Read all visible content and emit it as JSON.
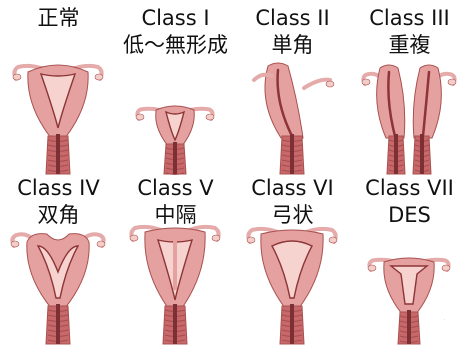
{
  "colors": {
    "outer": "#e5a1a0",
    "outer_stroke": "#a8514f",
    "inner": "#f6d3cf",
    "cavity": "#8d3436",
    "tube": "#e4abaa",
    "cervix": "#c9686a",
    "cervix_ring": "#a34d4f",
    "canal": "#7c3034",
    "ovary": "#f3cdc9"
  },
  "figures": [
    {
      "key": "normal",
      "title": "正常",
      "subtitle": ""
    },
    {
      "key": "class1",
      "title": "Class I",
      "subtitle": "低〜無形成"
    },
    {
      "key": "class2",
      "title": "Class II",
      "subtitle": "単角"
    },
    {
      "key": "class3",
      "title": "Class III",
      "subtitle": "重複"
    },
    {
      "key": "class4",
      "title": "Class IV",
      "subtitle": "双角"
    },
    {
      "key": "class5",
      "title": "Class V",
      "subtitle": "中隔"
    },
    {
      "key": "class6",
      "title": "Class VI",
      "subtitle": "弓状"
    },
    {
      "key": "class7",
      "title": "Class VII",
      "subtitle": "DES"
    }
  ]
}
